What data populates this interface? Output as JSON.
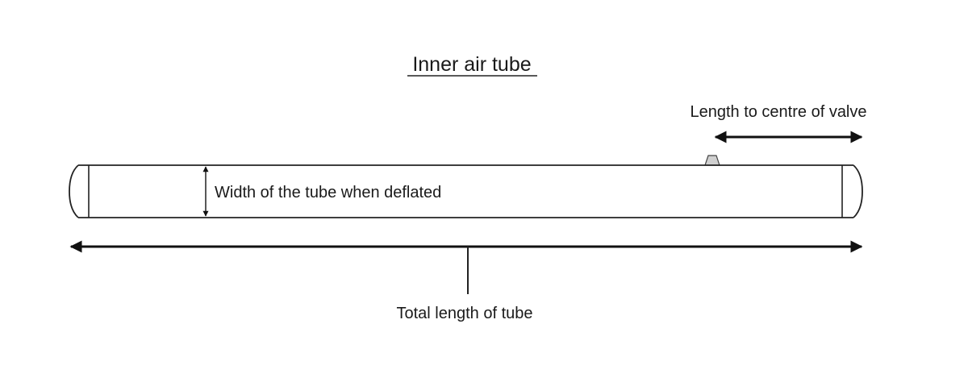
{
  "title": "Inner air tube",
  "labels": {
    "valve_length": "Length to centre of valve",
    "width": "Width of the tube when deflated",
    "total_length": "Total length of tube"
  },
  "colors": {
    "line": "#222222",
    "valve_fill": "#d0d0d0"
  }
}
